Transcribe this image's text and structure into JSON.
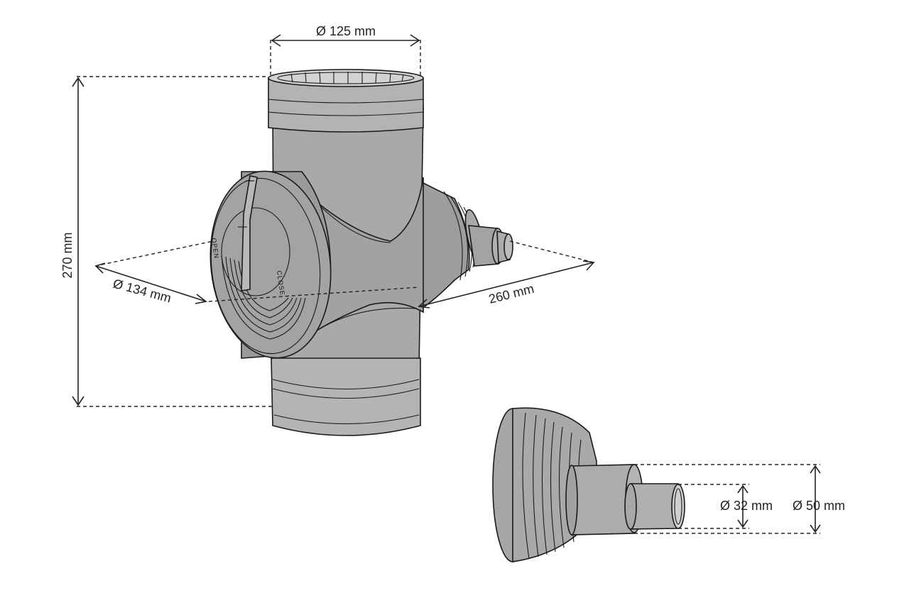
{
  "dimensions": {
    "top_diameter": "Ø 125 mm",
    "height": "270 mm",
    "cap_diameter": "Ø 134 mm",
    "depth": "260 mm",
    "outlet_small_diameter": "Ø 32 mm",
    "outlet_large_diameter": "Ø 50 mm"
  },
  "cap_labels": {
    "close": "CLOSE",
    "open": "OPEN"
  },
  "colors": {
    "body": "#a7a7a7",
    "body_dark": "#8f8f8f",
    "body_light": "#bdbdbd",
    "ring": "#b6b6b6",
    "line": "#1a1a1a"
  }
}
